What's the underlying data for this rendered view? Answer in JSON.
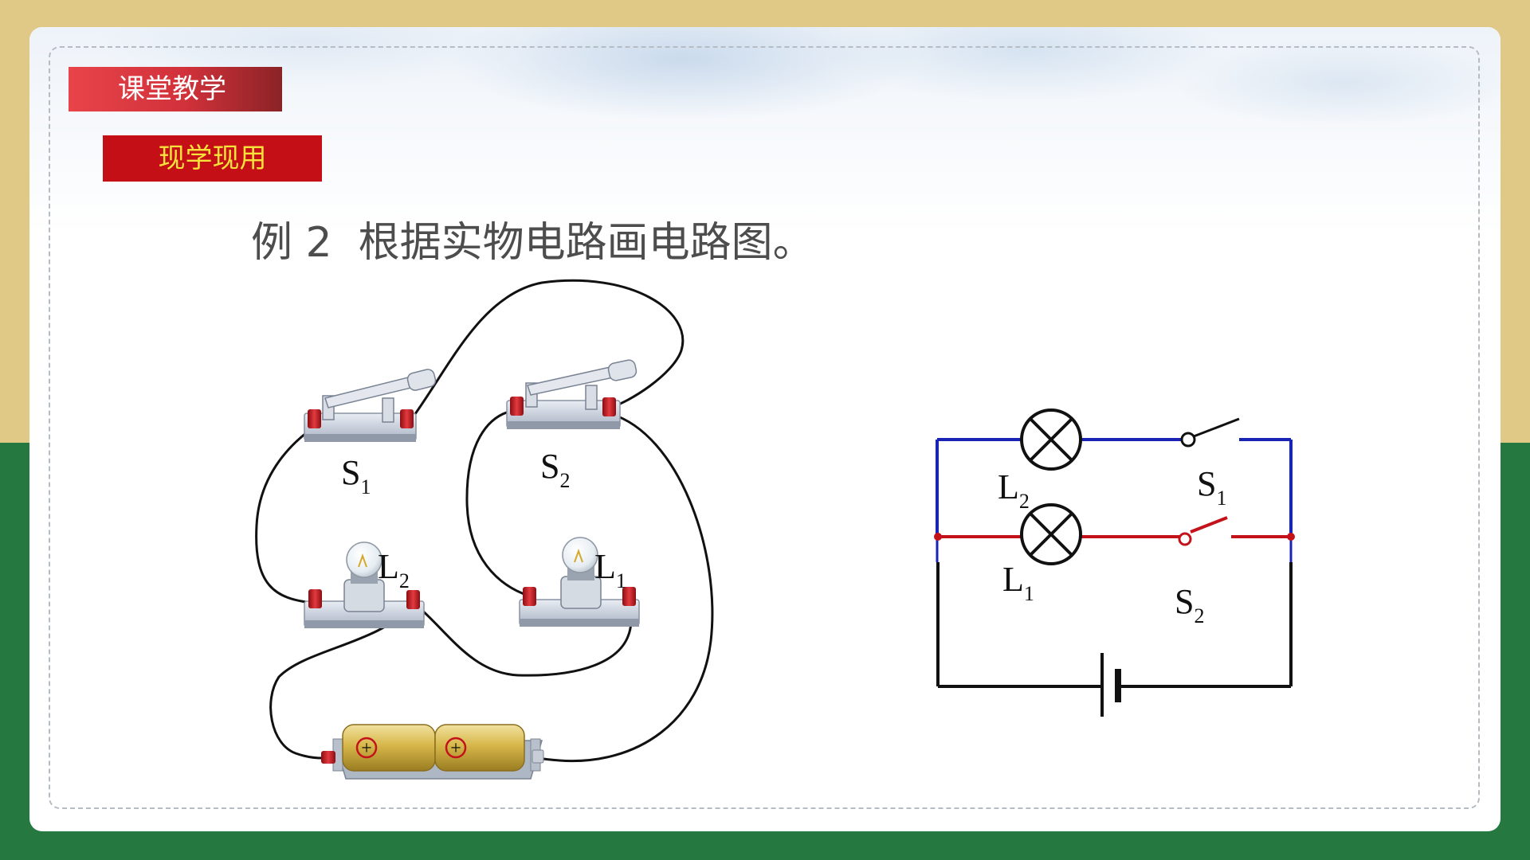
{
  "header": {
    "section_tag": "课堂教学",
    "sub_tag": "现学现用"
  },
  "question": {
    "text": "例 2  根据实物电路画电路图。"
  },
  "physical_circuit": {
    "switch_1": {
      "letter": "S",
      "sub": "1"
    },
    "switch_2": {
      "letter": "S",
      "sub": "2"
    },
    "lamp_1": {
      "letter": "L",
      "sub": "1"
    },
    "lamp_2": {
      "letter": "L",
      "sub": "2"
    },
    "battery_terminal_symbol": "+"
  },
  "schematic": {
    "lamp_top": {
      "letter": "L",
      "sub": "2"
    },
    "lamp_bottom": {
      "letter": "L",
      "sub": "1"
    },
    "switch_top": {
      "letter": "S",
      "sub": "1"
    },
    "switch_bottom": {
      "letter": "S",
      "sub": "2"
    }
  },
  "colors": {
    "background_top": "#e0c886",
    "background_bottom": "#247840",
    "branch_top_wire": "#1a24b4",
    "branch_bottom_wire": "#c4121b",
    "main_wire": "#000000",
    "terminal_red": "#c4121b",
    "tag_red": "#c40f16",
    "tag_text_yellow": "#f6e23a"
  }
}
